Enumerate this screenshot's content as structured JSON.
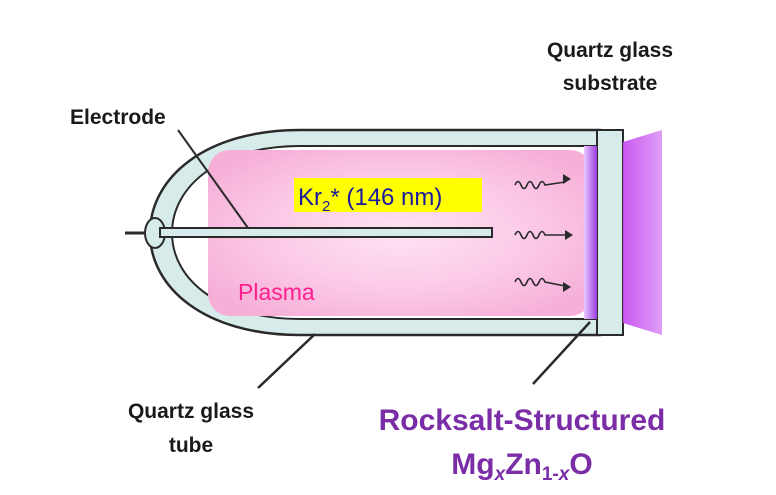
{
  "labels": {
    "electrode": "Electrode",
    "substrate_line1": "Quartz glass",
    "substrate_line2": "substrate",
    "tube_line1": "Quartz glass",
    "tube_line2": "tube",
    "plasma": "Plasma",
    "excimer_main": "Kr",
    "excimer_sub": "2",
    "excimer_rest": "* (146 nm)",
    "product_line1": "Rocksalt-Structured",
    "formula_mg": "Mg",
    "formula_x1": "x",
    "formula_zn": "Zn",
    "formula_sub": "1-",
    "formula_x2": "x",
    "formula_o": "O"
  },
  "colors": {
    "tube_fill": "#d7ecea",
    "tube_stroke": "#2a2a2a",
    "plasma_glow": "#f7b8dc",
    "uv_emission": "#c64ff0",
    "excimer_highlight": "#ffff00",
    "excimer_text": "#1a1aa0",
    "plasma_text": "#ff1f8e",
    "product_text": "#7a2da6"
  },
  "icons": [
    "uv-wave-arrow-icon",
    "uv-wave-arrow-icon",
    "uv-wave-arrow-icon"
  ]
}
